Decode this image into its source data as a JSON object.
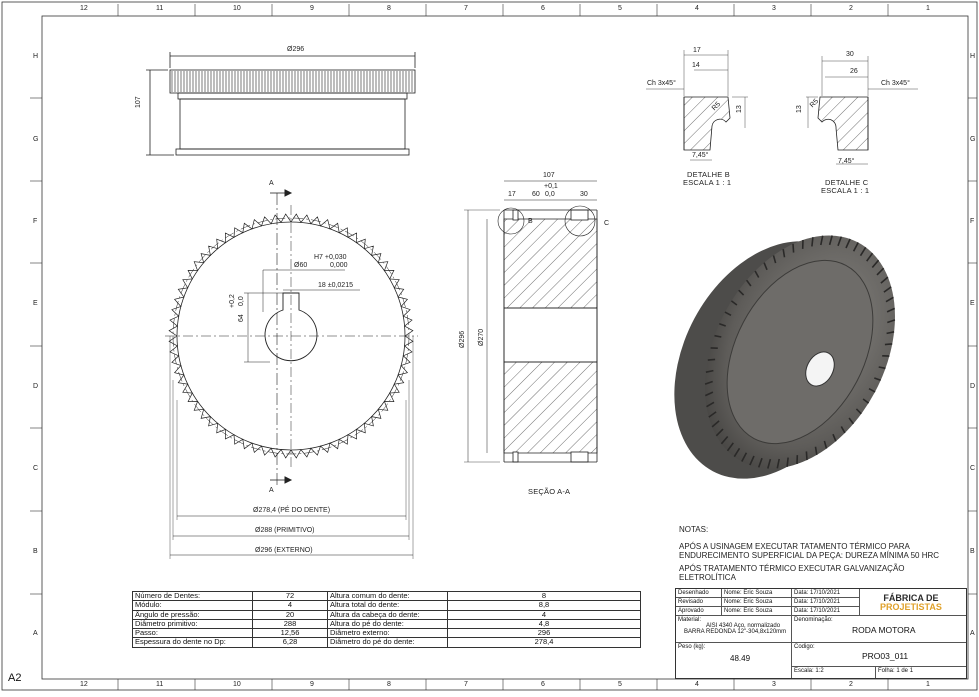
{
  "sheet": {
    "size": "A2"
  },
  "zones": {
    "columns": [
      "12",
      "11",
      "10",
      "9",
      "8",
      "7",
      "6",
      "5",
      "4",
      "3",
      "2",
      "1"
    ],
    "rows": [
      "H",
      "G",
      "F",
      "E",
      "D",
      "C",
      "B",
      "A"
    ]
  },
  "top_view": {
    "diameter": "Ø296",
    "height": "107"
  },
  "front_view": {
    "section_mark_top": "A",
    "section_mark_bottom": "A",
    "bore_dia": "Ø60",
    "bore_tol_upper": "H7 +0,030",
    "bore_tol_lower": "0,000",
    "keyway_width": "18 ±0,0215",
    "keyway_depth": "64",
    "keyway_tol_upper": "+0,2",
    "keyway_tol_lower": "0,0",
    "dia_root": "Ø278,4 (PÉ DO DENTE)",
    "dia_pitch": "Ø288 (PRIMITIVO)",
    "dia_outer": "Ø296 (EXTERNO)"
  },
  "section_view": {
    "width": "107",
    "left_step": "17",
    "bore_dim": "60",
    "bore_tol_upper": "+0,1",
    "bore_tol_lower": "0,0",
    "right_step": "30",
    "dia_outer": "Ø296",
    "dia_inner": "Ø270",
    "detail_b": "B",
    "detail_c": "C",
    "title": "SEÇÃO A-A"
  },
  "detail_b": {
    "dim_17": "17",
    "dim_14": "14",
    "chamfer": "Ch 3x45°",
    "radius": "R5",
    "dim_13": "13",
    "angle": "7,45°",
    "title": "DETALHE B",
    "scale": "ESCALA 1 : 1"
  },
  "detail_c": {
    "dim_30": "30",
    "dim_26": "26",
    "chamfer": "Ch 3x45°",
    "radius": "R5",
    "dim_13": "13",
    "angle": "7,45°",
    "title": "DETALHE C",
    "scale": "ESCALA 1 : 1"
  },
  "notes": {
    "heading": "NOTAS:",
    "note1_line1": "APÓS A USINAGEM EXECUTAR TATAMENTO TÉRMICO PARA",
    "note1_line2": "ENDURECIMENTO SUPERFICIAL DA PEÇA:  DUREZA MÍNIMA 50 HRC",
    "note2_line1": "APÓS TRATAMENTO TÉRMICO EXECUTAR GALVANIZAÇÃO",
    "note2_line2": "ELETROLÍTICA"
  },
  "gear_table": [
    {
      "label1": "Número de Dentes:",
      "value1": "72",
      "label2": "Altura comum do dente:",
      "value2": "8"
    },
    {
      "label1": "Módulo:",
      "value1": "4",
      "label2": "Altura total do dente:",
      "value2": "8,8"
    },
    {
      "label1": "Ângulo de pressão:",
      "value1": "20",
      "label2": "Altura da cabeça do dente:",
      "value2": "4"
    },
    {
      "label1": "Diâmetro primitivo:",
      "value1": "288",
      "label2": "Altura do pé do dente:",
      "value2": "4,8"
    },
    {
      "label1": "Passo:",
      "value1": "12,56",
      "label2": "Diâmetro externo:",
      "value2": "296"
    },
    {
      "label1": "Espessura do dente no Dp:",
      "value1": "6,28",
      "label2": "Diâmetro do pé do dente:",
      "value2": "278,4"
    }
  ],
  "title_block": {
    "desenhado_label": "Desenhado",
    "revisado_label": "Revisado",
    "aprovado_label": "Aprovado",
    "desenhado_nome": "Nome: Eric Souza",
    "revisado_nome": "Nome: Eric Souza",
    "aprovado_nome": "Nome: Eric Souza",
    "desenhado_data": "Data:  17/10/2021",
    "revisado_data": "Data:  17/10/2021",
    "aprovado_data": "Data:  17/10/2021",
    "logo_line1": "FÁBRICA DE",
    "logo_line2": "PROJETISTAS",
    "material_label": "Material:",
    "material_line1": "AISI 4340 Aço, normalizado",
    "material_line2": "BARRA REDONDA 12\"-304,8x120mm",
    "denominacao_label": "Denominação:",
    "denominacao": "RODA MOTORA",
    "peso_label": "Peso (kg):",
    "peso": "48.49",
    "codigo_label": "Codigo:",
    "codigo": "PRO03_011",
    "escala": "Escala:  1:2",
    "folha": "Folha: 1 de 1"
  },
  "colors": {
    "line": "#222222",
    "logo_dark": "#2b2b2b",
    "logo_accent": "#e0a12a",
    "render_body": "#6b6966"
  }
}
